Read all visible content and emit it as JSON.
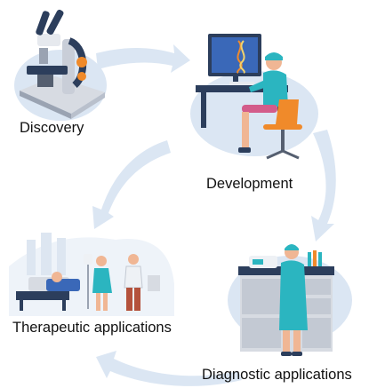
{
  "stages": {
    "discovery": {
      "label": "Discovery",
      "icon": "microscope-icon"
    },
    "development": {
      "label": "Development",
      "icon": "researcher-at-computer-icon"
    },
    "diagnostic": {
      "label": "Diagnostic applications",
      "icon": "lab-technician-icon"
    },
    "therapeutic": {
      "label": "Therapeutic applications",
      "icon": "hospital-ward-icon"
    }
  },
  "colors": {
    "arrow": "#dbe6f3",
    "teal": "#2bb5c0",
    "navy": "#2c3e5c",
    "orange": "#f08a2a",
    "screen": "#3a68b8"
  }
}
